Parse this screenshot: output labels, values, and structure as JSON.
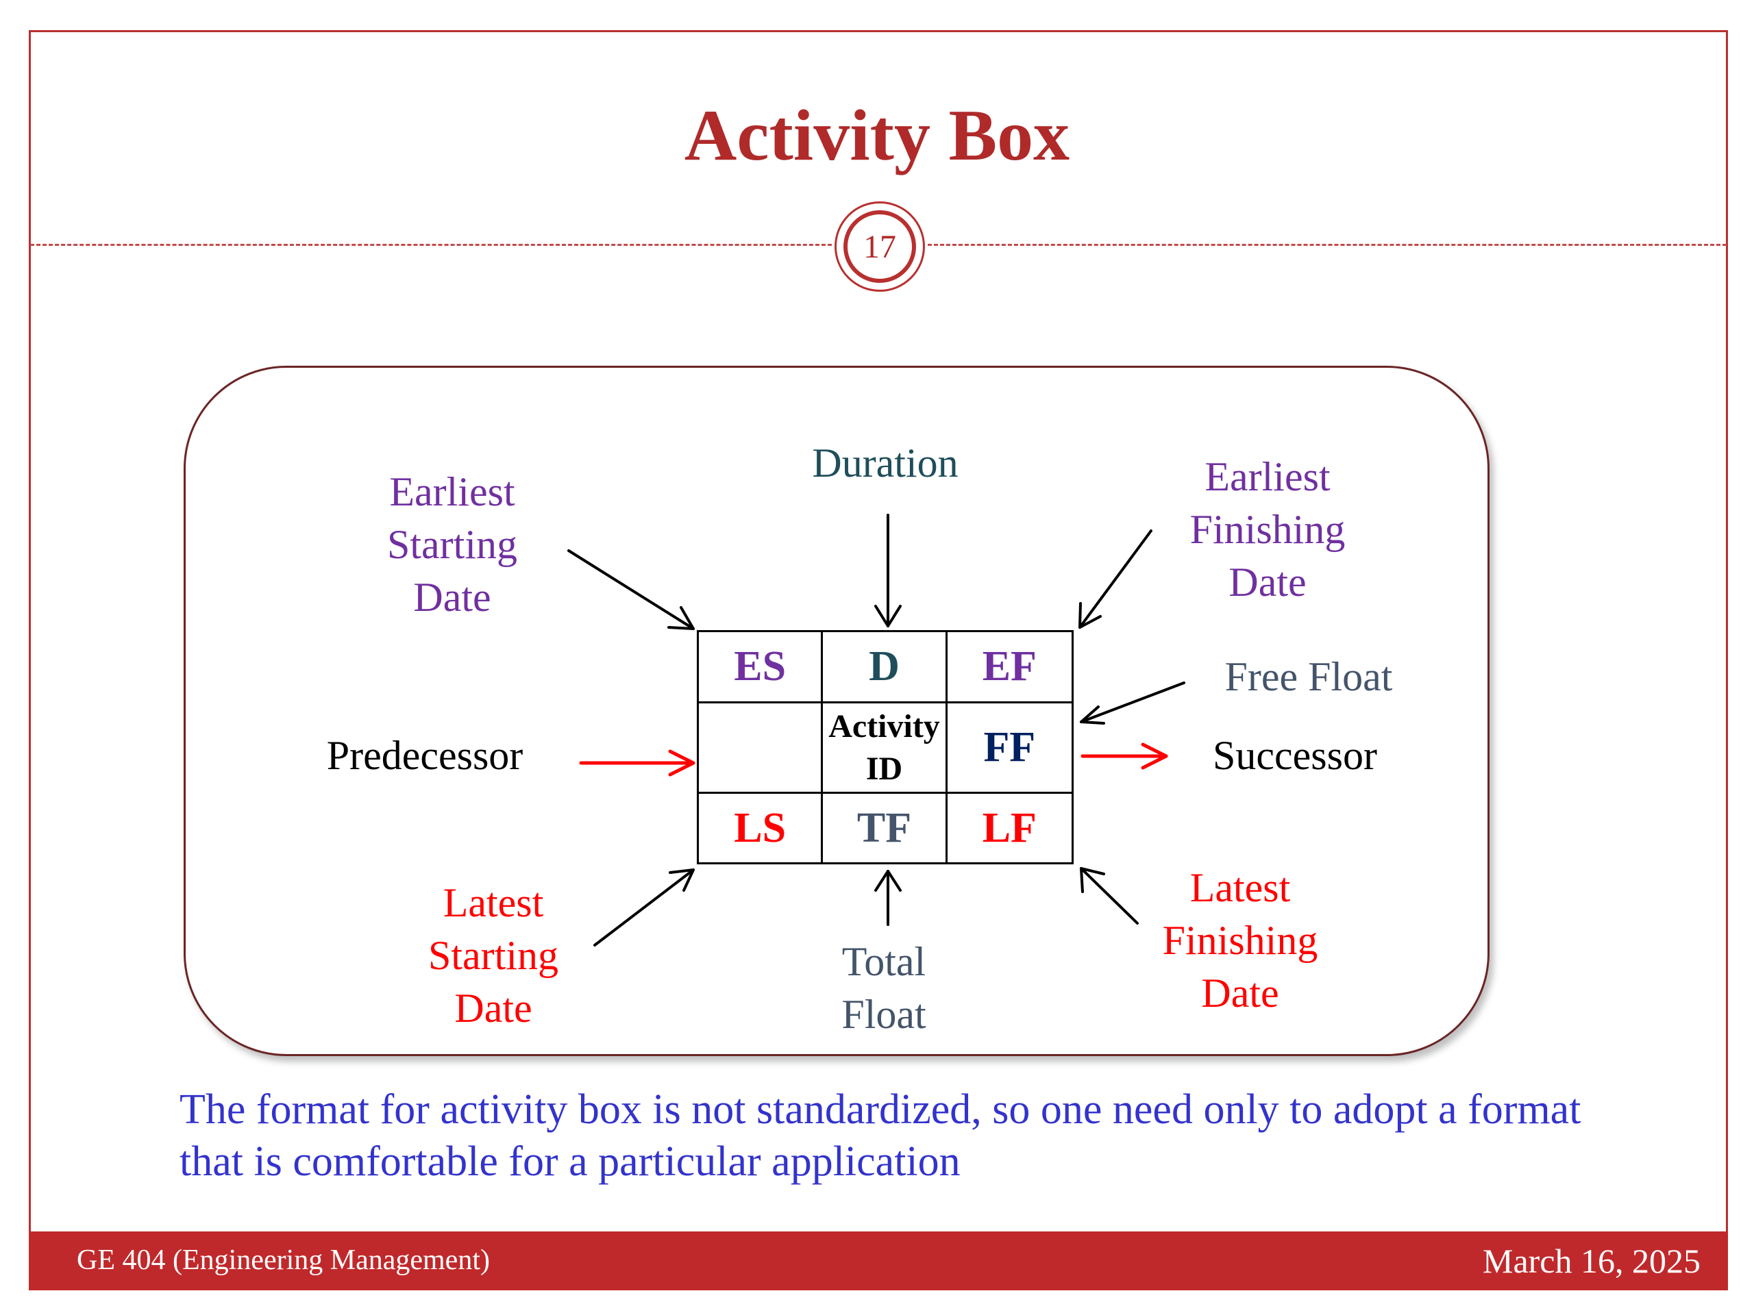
{
  "slide": {
    "title": "Activity Box",
    "page_number": "17"
  },
  "diagram": {
    "labels": {
      "earliest_starting_date": [
        "Earliest",
        "Starting",
        "Date"
      ],
      "duration": "Duration",
      "earliest_finishing_date": [
        "Earliest",
        "Finishing",
        "Date"
      ],
      "free_float": "Free Float",
      "predecessor": "Predecessor",
      "successor": "Successor",
      "latest_starting_date": [
        "Latest",
        "Starting",
        "Date"
      ],
      "total_float": [
        "Total",
        "Float"
      ],
      "latest_finishing_date": [
        "Latest",
        "Finishing",
        "Date"
      ]
    },
    "cells": {
      "es": "ES",
      "d": "D",
      "ef": "EF",
      "activity_id": [
        "Activity",
        "ID"
      ],
      "ff": "FF",
      "ls": "LS",
      "tf": "TF",
      "lf": "LF"
    },
    "colors": {
      "purple": "#7030a0",
      "teal": "#1f4e5a",
      "red": "#ff0000",
      "slate": "#44546a",
      "navy": "#002060"
    }
  },
  "note": "The format for activity box is not standardized, so one need only to adopt a format that is comfortable for a particular application",
  "footer": {
    "course": "GE 404 (Engineering Management)",
    "date": "March 16, 2025"
  }
}
